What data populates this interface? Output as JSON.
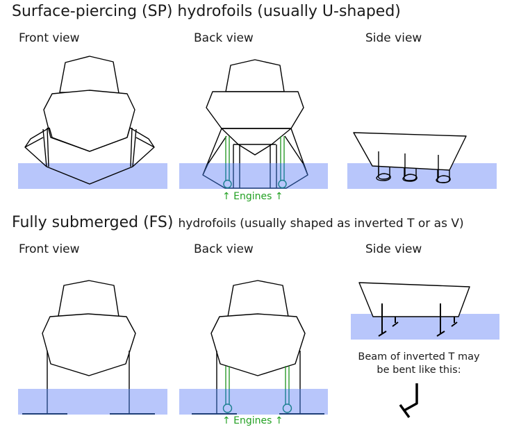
{
  "sections": [
    {
      "title_main": "Surface-piercing (SP) hydrofoils (usually U-shaped)",
      "views": [
        {
          "label": "Front view"
        },
        {
          "label": "Back view",
          "annotation": "↑ Engines ↑"
        },
        {
          "label": "Side view"
        }
      ]
    },
    {
      "title_main": "Fully submerged (FS)",
      "title_sub": "hydrofoils (usually shaped as inverted T or as V)",
      "views": [
        {
          "label": "Front view"
        },
        {
          "label": "Back view",
          "annotation": "↑  Engines  ↑"
        },
        {
          "label": "Side view",
          "caption_line1": "Beam of inverted T may",
          "caption_line2": "be bent like this:"
        }
      ]
    }
  ],
  "colors": {
    "water": "#b8c6fb",
    "outline": "#000000",
    "submerged_outline": "#1f3f78",
    "engine_shaft": "#2a9a2a",
    "engine_pod": "#1a7f8f",
    "engines_text": "#22a022"
  }
}
